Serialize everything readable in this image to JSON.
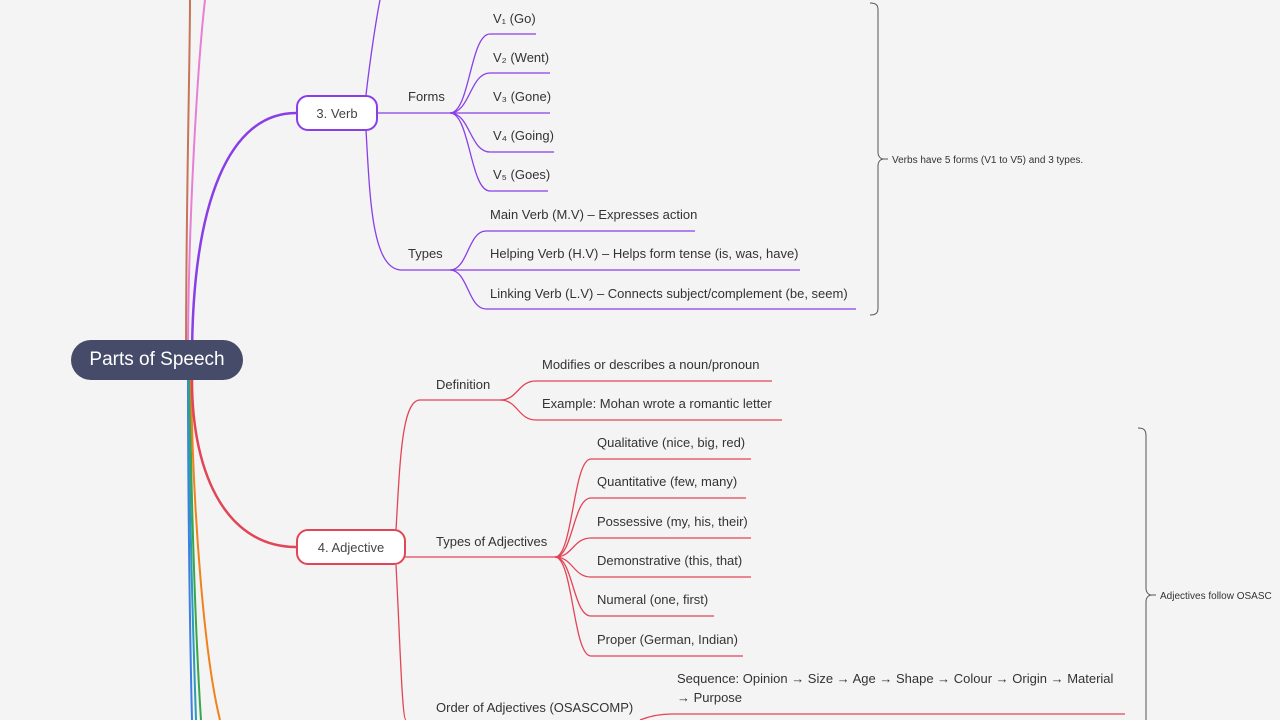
{
  "root": {
    "label": "Parts of Speech"
  },
  "colors": {
    "verb": "#8a3ee8",
    "adjective": "#e24556",
    "root_bg": "#474b6a"
  },
  "verb": {
    "label": "3. Verb",
    "forms": {
      "label": "Forms",
      "items": [
        "V₁ (Go)",
        "V₂ (Went)",
        "V₃ (Gone)",
        "V₄ (Going)",
        "V₅ (Goes)"
      ]
    },
    "types": {
      "label": "Types",
      "items": [
        "Main Verb (M.V) – Expresses action",
        "Helping Verb (H.V) – Helps form tense (is, was, have)",
        "Linking Verb (L.V) – Connects subject/complement (be, seem)"
      ]
    },
    "summary": "Verbs have 5 forms (V1 to V5) and 3 types."
  },
  "adjective": {
    "label": "4. Adjective",
    "definition": {
      "label": "Definition",
      "items": [
        "Modifies or describes a noun/pronoun",
        "Example: Mohan wrote a romantic letter"
      ]
    },
    "types": {
      "label": "Types of Adjectives",
      "items": [
        "Qualitative (nice, big, red)",
        "Quantitative (few, many)",
        "Possessive (my, his, their)",
        "Demonstrative (this, that)",
        "Numeral (one, first)",
        "Proper (German, Indian)"
      ]
    },
    "order": {
      "label": "Order of Adjectives (OSASCOMP)",
      "sequence_line1": "Sequence: Opinion → Size → Age → Shape → Colour → Origin → Material",
      "sequence_line2": "→ Purpose"
    },
    "summary": "Adjectives follow OSASC"
  }
}
